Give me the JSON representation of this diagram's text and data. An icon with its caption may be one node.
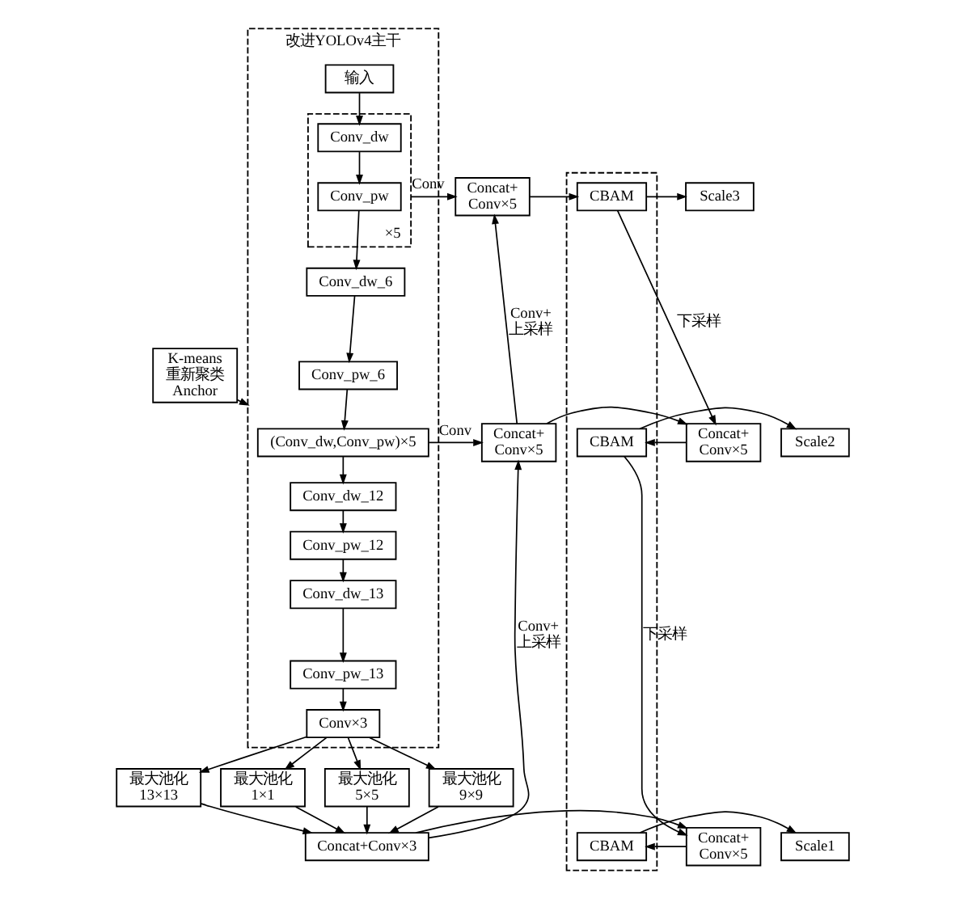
{
  "diagram": {
    "nodes": [
      {
        "text": [
          "改进YOLOv4主干"
        ]
      },
      {
        "text": [
          "输入"
        ],
        "in": 0
      },
      {
        "text": [
          "×5"
        ],
        "in": 0
      },
      {
        "text": [
          "Conv_dw"
        ],
        "in": 2
      },
      {
        "text": [
          "Conv_pw"
        ],
        "in": 2
      },
      {
        "text": [
          "Conv_dw_6"
        ],
        "in": 0
      },
      {
        "text": [
          "Conv_pw_6"
        ],
        "in": 0
      },
      {
        "text": [
          "(Conv_dw,Conv_pw)×5"
        ],
        "in": 0
      },
      {
        "text": [
          "Conv_dw_12"
        ],
        "in": 0
      },
      {
        "text": [
          "Conv_pw_12"
        ],
        "in": 0
      },
      {
        "text": [
          "Conv_dw_13"
        ],
        "in": 0
      },
      {
        "text": [
          "Conv_pw_13"
        ],
        "in": 0
      },
      {
        "text": [
          "Conv×3"
        ],
        "in": 0
      },
      {
        "text": [
          "K-means 重新聚类 Anchor"
        ]
      },
      {
        "text": [
          "最大池化 1×1"
        ]
      },
      {
        "text": [
          "最大池化 5×5"
        ]
      },
      {
        "text": [
          "最大池化 9×9"
        ]
      },
      {
        "text": [
          "最大池化 13×13"
        ]
      },
      {
        "text": [
          "Concat+Conv×3"
        ]
      },
      {
        "text": [
          "Concat+ Conv×5"
        ]
      },
      {
        "text": [
          "Concat+ Conv×5"
        ]
      },
      {
        "text": [
          "Concat+ Conv×5"
        ]
      },
      {
        "text": [
          "Concat+ Conv×5"
        ]
      },
      {
        "text": [],
        "shape": "box"
      },
      {
        "text": [
          "CBAM"
        ],
        "in": 23
      },
      {
        "text": [
          "CBAM"
        ],
        "in": 23
      },
      {
        "text": [
          "CBAM"
        ],
        "in": 23
      },
      {
        "text": [
          "Scale3"
        ]
      },
      {
        "text": [
          "Scale2"
        ]
      },
      {
        "text": [
          "Scale1"
        ]
      }
    ],
    "edges": [
      {
        "from": 13,
        "to": 0,
        "arrow": "to"
      },
      {
        "from": 1,
        "to": 3,
        "arrow": "to"
      },
      {
        "from": 3,
        "to": 4,
        "arrow": "to"
      },
      {
        "from": 4,
        "to": 5,
        "arrow": "to"
      },
      {
        "from": 5,
        "to": 6,
        "arrow": "to"
      },
      {
        "from": 6,
        "to": 7,
        "arrow": "to"
      },
      {
        "from": 7,
        "to": 8,
        "arrow": "to"
      },
      {
        "from": 8,
        "to": 9,
        "arrow": "to"
      },
      {
        "from": 9,
        "to": 10,
        "arrow": "to"
      },
      {
        "from": 10,
        "to": 11,
        "arrow": "to"
      },
      {
        "from": 11,
        "to": 12,
        "arrow": "to"
      },
      {
        "from": 12,
        "to": 14,
        "arrow": "to"
      },
      {
        "from": 12,
        "to": 15,
        "arrow": "to"
      },
      {
        "from": 12,
        "to": 16,
        "arrow": "to"
      },
      {
        "from": 12,
        "to": 17,
        "arrow": "to"
      },
      {
        "from": 14,
        "to": 18,
        "arrow": "to"
      },
      {
        "from": 15,
        "to": 18,
        "arrow": "to"
      },
      {
        "from": 16,
        "to": 18,
        "arrow": "to"
      },
      {
        "from": 17,
        "to": 18,
        "arrow": "to"
      },
      {
        "from": 2,
        "to": 19,
        "arrow": "to",
        "label": "Conv"
      },
      {
        "from": 7,
        "to": 20,
        "arrow": "to",
        "label": "Conv"
      },
      {
        "from": 18,
        "to": 22,
        "arrow": "to"
      },
      {
        "from": 18,
        "to": 20,
        "arrow": "to",
        "label": "Conv+ 上采样"
      },
      {
        "from": 20,
        "to": 19,
        "arrow": "to",
        "label": "Conv+ 上采样"
      },
      {
        "from": 20,
        "to": 21,
        "arrow": "to"
      },
      {
        "from": 19,
        "to": 24,
        "arrow": "to"
      },
      {
        "from": 24,
        "to": 27,
        "arrow": "to"
      },
      {
        "from": 24,
        "to": 21,
        "arrow": "to",
        "label": "下采样"
      },
      {
        "from": 21,
        "to": 25,
        "arrow": "to"
      },
      {
        "from": 25,
        "to": 28,
        "arrow": "to"
      },
      {
        "from": 25,
        "to": 22,
        "arrow": "to",
        "label": "下采样"
      },
      {
        "from": 22,
        "to": 26,
        "arrow": "to"
      },
      {
        "from": 26,
        "to": 29,
        "arrow": "to"
      }
    ]
  }
}
